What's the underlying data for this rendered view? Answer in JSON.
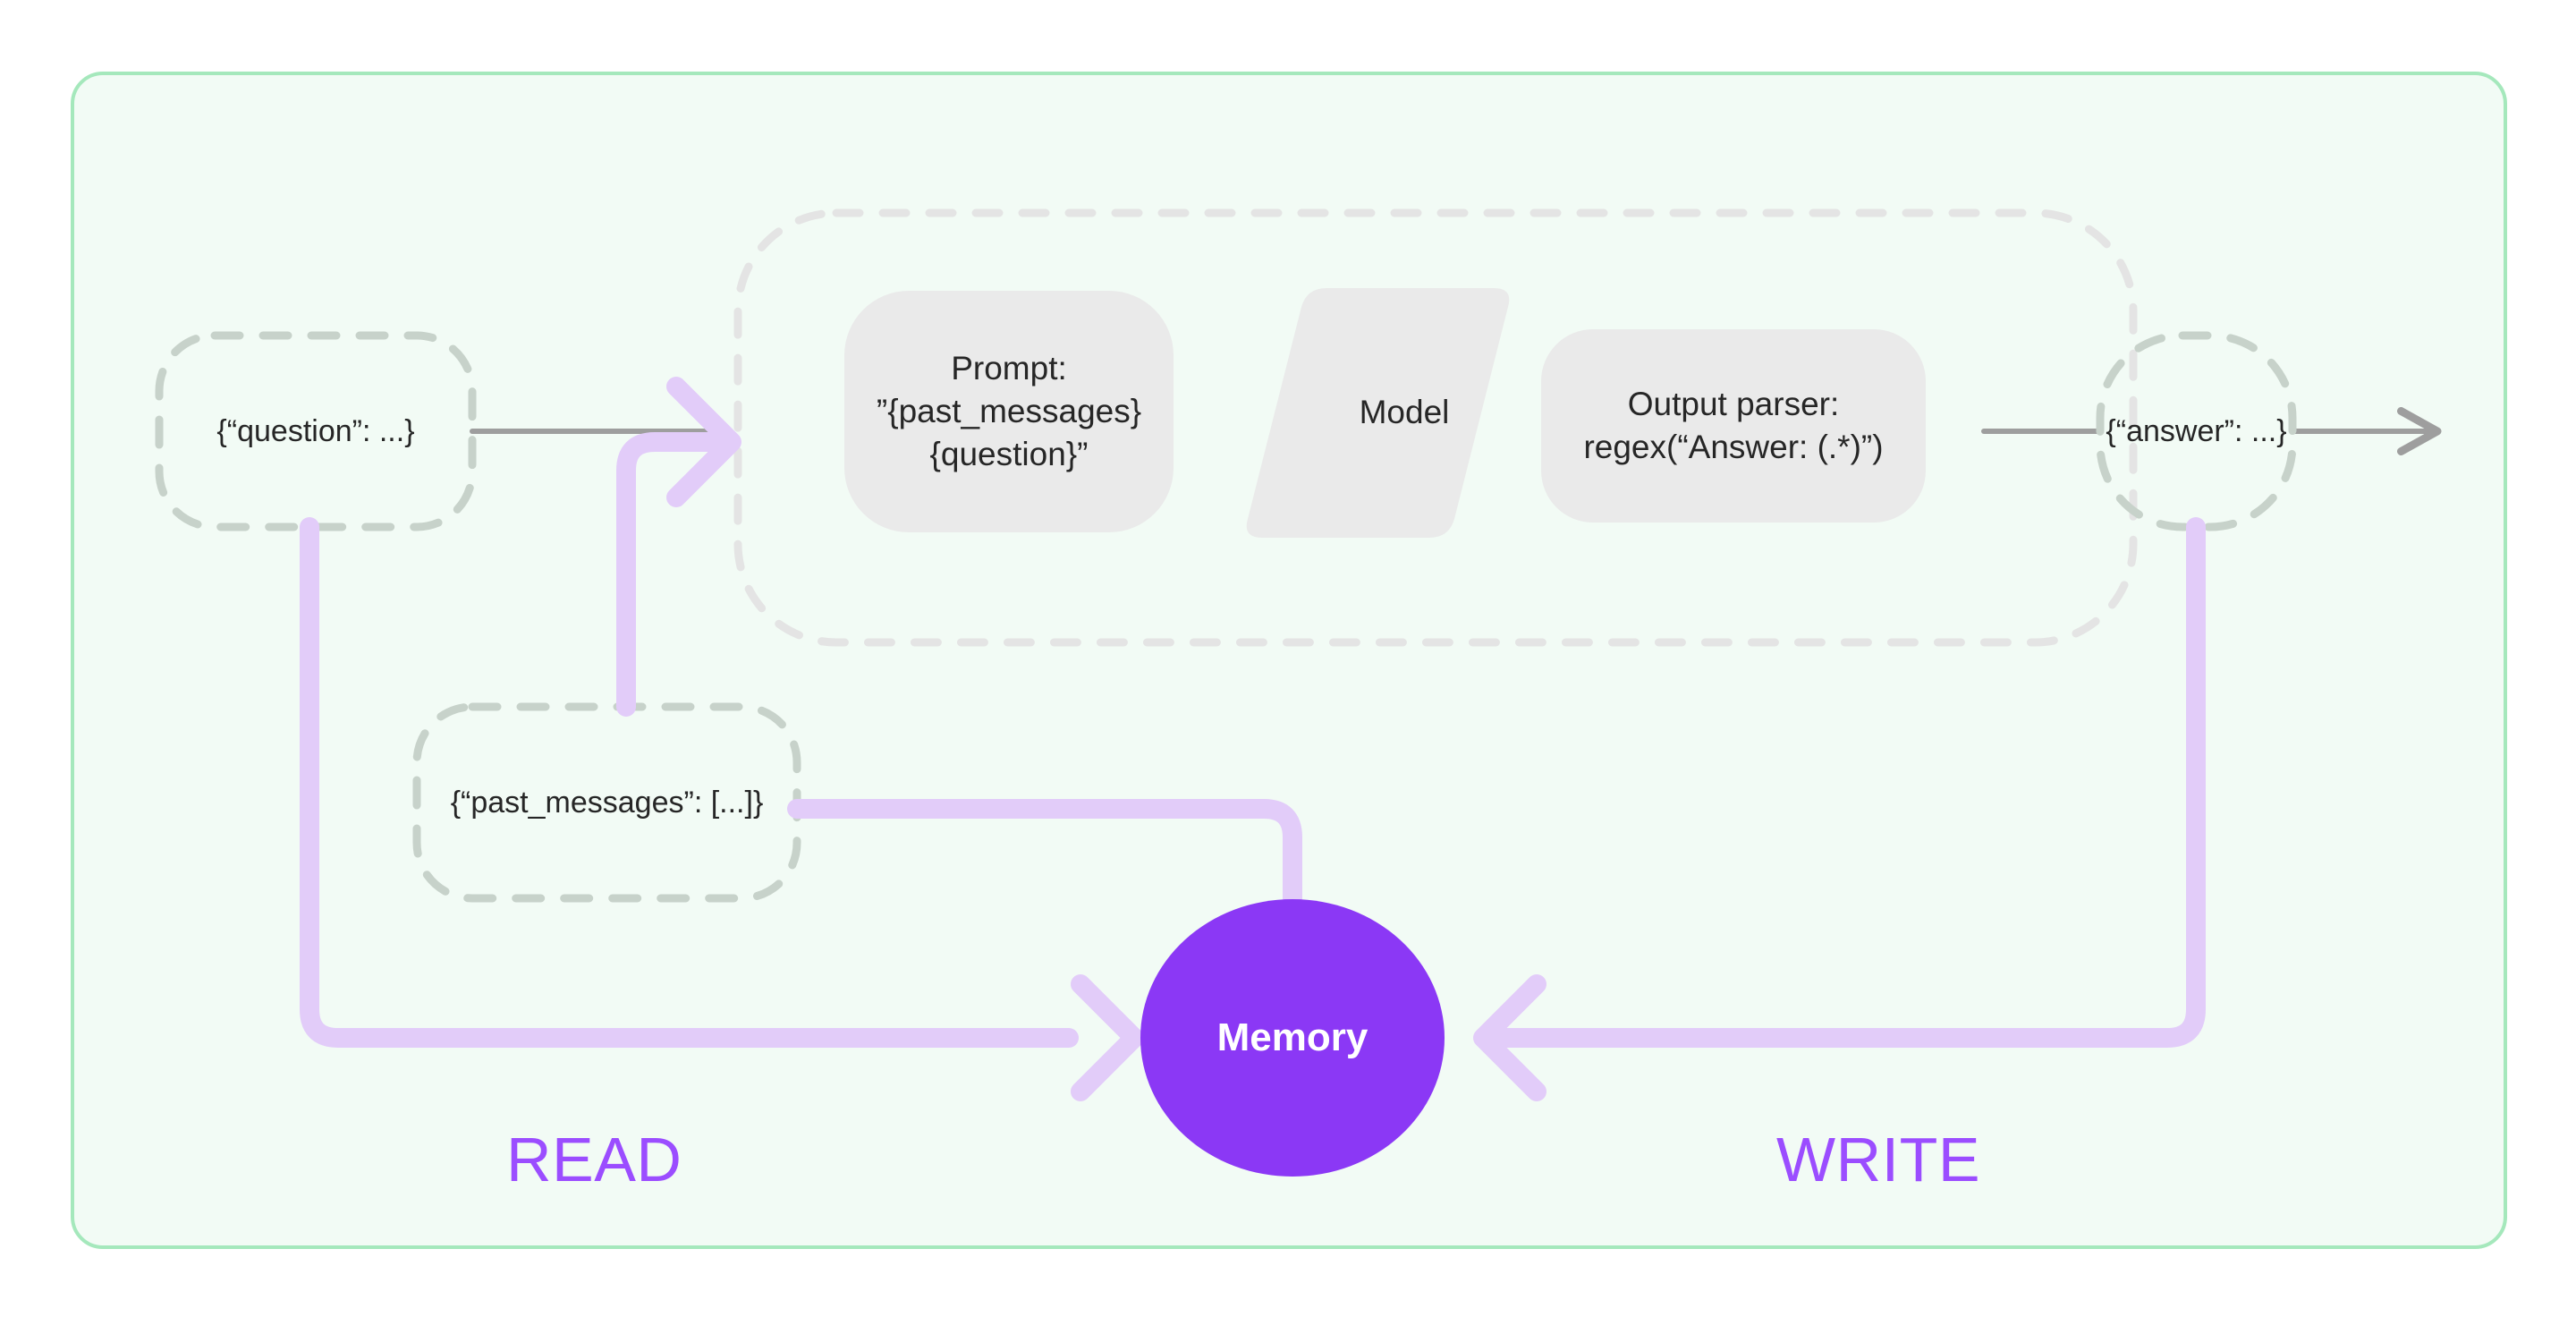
{
  "diagram": {
    "title": "Chain with memory read and write",
    "colors": {
      "canvas_background": "#ffffff",
      "panel_background": "#F2FBF5",
      "panel_border": "#A5E8BC",
      "chain_border": "#E4E4E4",
      "io_node_border": "#C7D2CA",
      "component_fill": "#EAEAEA",
      "connector_gray": "#9E9E9E",
      "memory_fill": "#8B38F5",
      "memory_text": "#FFFFFF",
      "flow_purple": "#E2CCF9",
      "read_write_text": "#9B4DFF"
    },
    "io_nodes": [
      {
        "id": "question",
        "label": "{“question”: ...}"
      },
      {
        "id": "past_messages",
        "label": "{“past_messages”: [...]}"
      },
      {
        "id": "answer",
        "label": "{“answer”: ...}"
      }
    ],
    "chain_components": [
      {
        "id": "prompt",
        "shape": "rounded-rect",
        "label": "Prompt:\n”{past_messages}\n{question}”"
      },
      {
        "id": "model",
        "shape": "parallelogram",
        "label": "Model"
      },
      {
        "id": "output_parser",
        "shape": "rounded-rect",
        "label": "Output parser:\nregex(“Answer: (.*)”)"
      }
    ],
    "memory": {
      "id": "memory",
      "shape": "ellipse",
      "label": "Memory"
    },
    "flow_labels": [
      {
        "id": "read",
        "label": "READ"
      },
      {
        "id": "write",
        "label": "WRITE"
      }
    ]
  }
}
